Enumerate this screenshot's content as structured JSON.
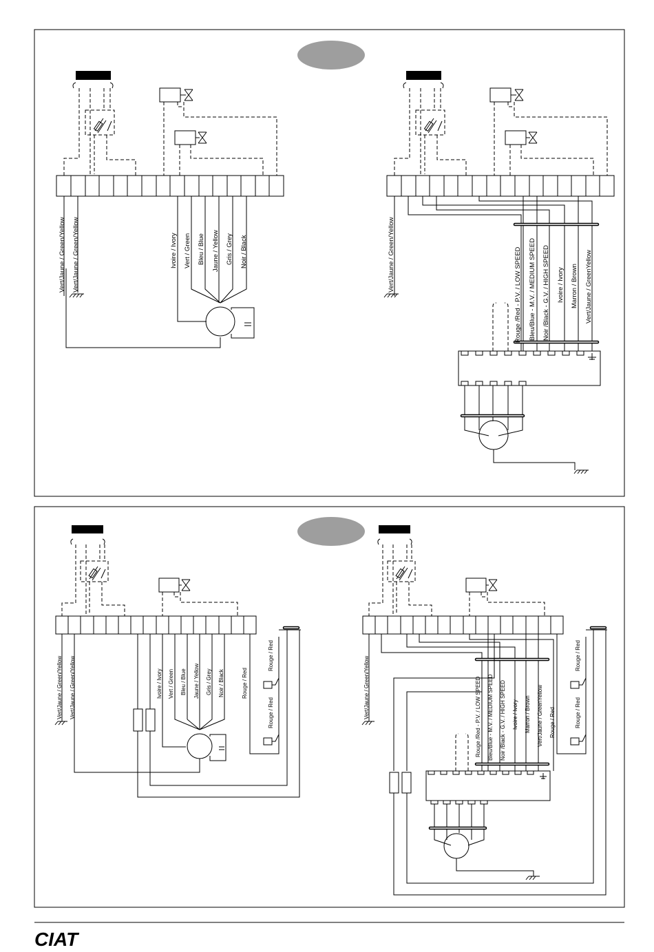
{
  "colors": {
    "ink": "#000000",
    "badge": "#9e9e9e"
  },
  "brand": {
    "logo": "CIAT"
  },
  "wire_labels": {
    "vj_gy": "Vert/Jaune / Green/Yellow",
    "vj_gy_alt": "Vert/Jaune / Green/Yellow",
    "vj_gy_compact": "Vert/Jaune / GreenYellow",
    "ivory": "Ivoire / Ivory",
    "green": "Vert / Green",
    "blue": "Bleu / Blue",
    "yellow": "Jaune / Yellow",
    "grey": "Gris / Grey",
    "black": "Noir / Black",
    "red": "Rouge / Red",
    "brown": "Marron / Brown",
    "low": "Rouge /Red - P.V. / LOW SPEED",
    "medium": "Bleu/Blue - M.V. / MEDIUM SPEED",
    "high": "Noir /Black - G.V. / HIGH SPEED"
  },
  "icons": [
    "terminal-block-icon",
    "fuse-icon",
    "valve-icon",
    "motor-icon",
    "capacitor-icon",
    "ground-icon",
    "thermostat-icon",
    "resistor-icon"
  ]
}
